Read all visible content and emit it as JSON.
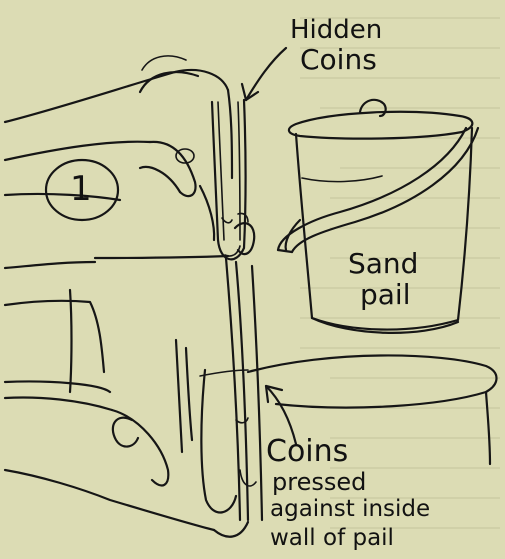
{
  "figure": {
    "step_number": "1",
    "labels": {
      "hidden_coins": [
        "Hidden",
        "Coins"
      ],
      "sand_pail": [
        "Sand",
        "pail"
      ],
      "coins_pressed": [
        "Coins",
        "pressed",
        "against inside",
        "wall of pail"
      ]
    }
  }
}
